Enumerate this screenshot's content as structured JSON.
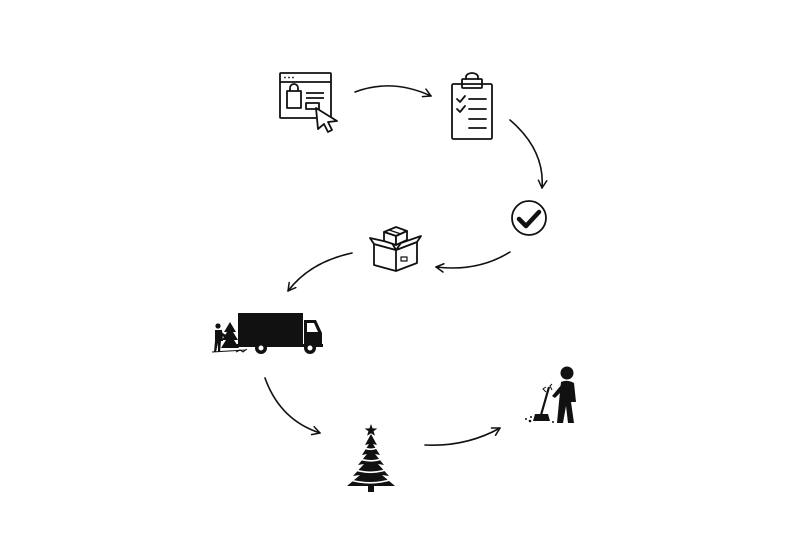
{
  "diagram": {
    "flow": "cycle",
    "background": "#ffffff",
    "ink": "#111111",
    "steps": [
      {
        "id": "order",
        "icon": "online-shop-icon"
      },
      {
        "id": "list",
        "icon": "clipboard-checklist-icon"
      },
      {
        "id": "confirm",
        "icon": "check-circle-icon"
      },
      {
        "id": "pack",
        "icon": "box-icon"
      },
      {
        "id": "deliver",
        "icon": "delivery-truck-icon"
      },
      {
        "id": "tree",
        "icon": "christmas-tree-icon"
      },
      {
        "id": "cleanup",
        "icon": "sweeping-person-icon"
      }
    ]
  }
}
